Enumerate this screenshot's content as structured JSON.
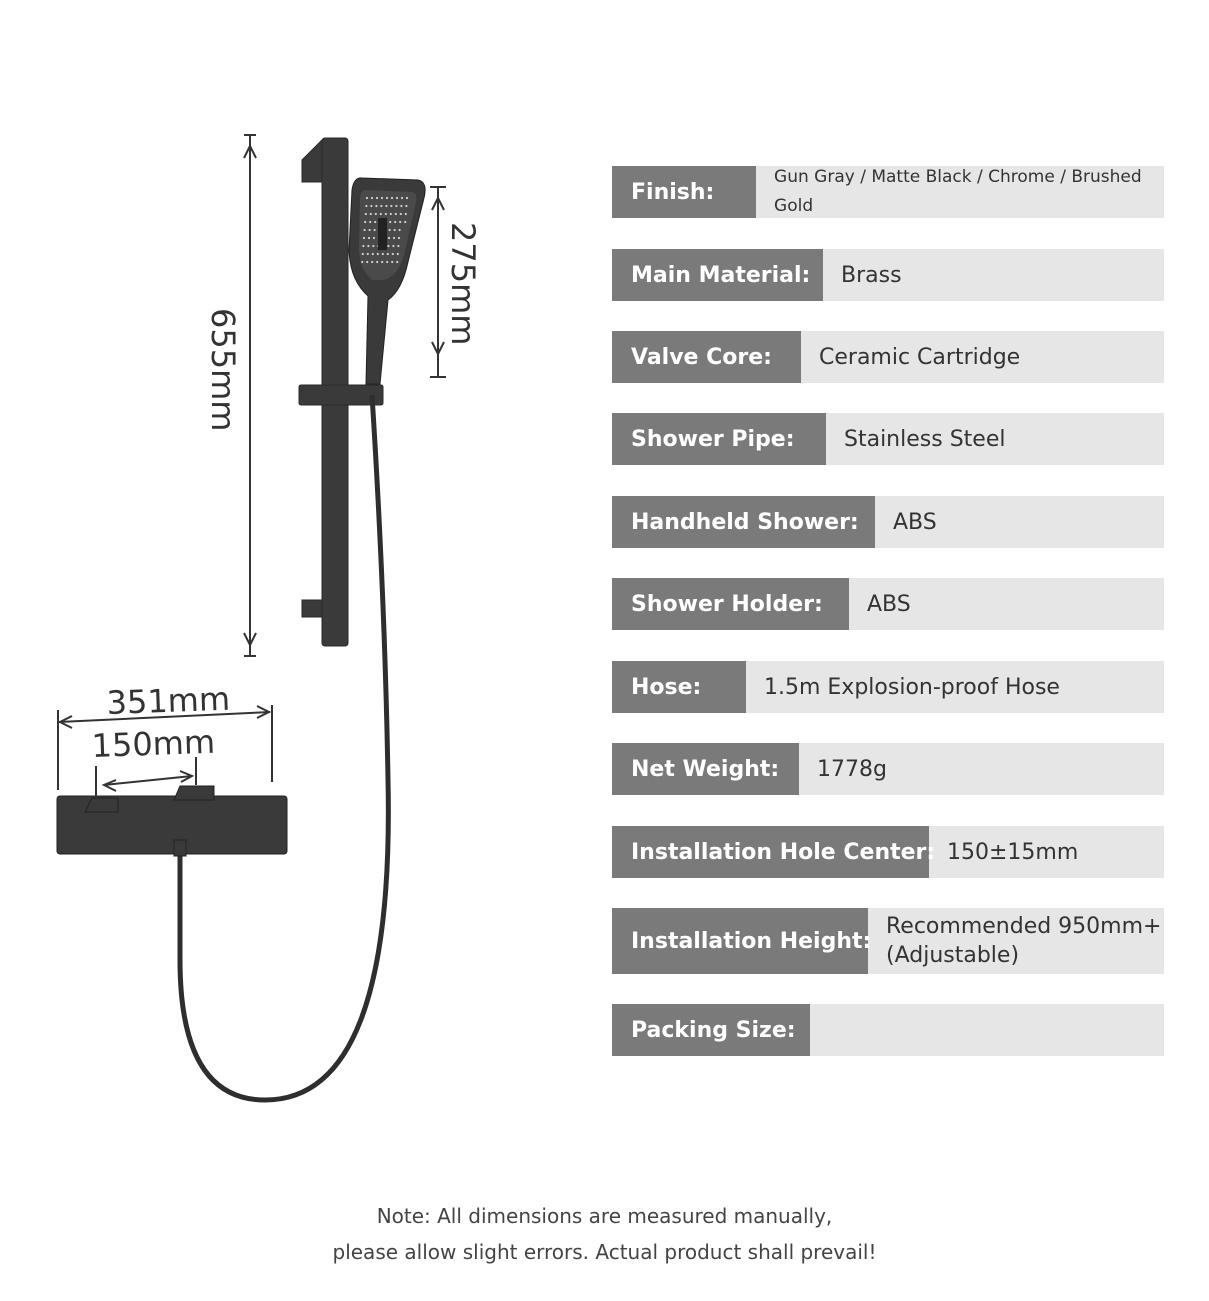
{
  "product_drawing": {
    "dimensions": {
      "rail_height": "655mm",
      "shower_head_height": "275mm",
      "valve_width": "351mm",
      "hole_center": "150mm"
    },
    "line_color": "#333333",
    "product_color": "#3a3a3a"
  },
  "specs": [
    {
      "label": "Finish:",
      "value": "Gun Gray / Matte Black / Chrome / Brushed Gold"
    },
    {
      "label": "Main Material:",
      "value": "Brass"
    },
    {
      "label": "Valve Core:",
      "value": "Ceramic Cartridge"
    },
    {
      "label": "Shower Pipe:",
      "value": "Stainless Steel"
    },
    {
      "label": "Handheld Shower:",
      "value": "ABS"
    },
    {
      "label": "Shower Holder:",
      "value": "ABS"
    },
    {
      "label": "Hose:",
      "value": "1.5m Explosion-proof Hose"
    },
    {
      "label": "Net Weight:",
      "value": "1778g"
    },
    {
      "label": "Installation Hole Center:",
      "value": "150±15mm"
    },
    {
      "label": "Installation Height:",
      "value": "Recommended 950mm+\n(Adjustable)"
    },
    {
      "label": "Packing Size:",
      "value": ""
    }
  ],
  "colors": {
    "label_bg": "#7a7a7a",
    "row_bg": "#e6e6e6"
  },
  "note": {
    "line1": "Note: All dimensions are measured manually,",
    "line2": "please allow slight errors. Actual product shall prevail!"
  }
}
